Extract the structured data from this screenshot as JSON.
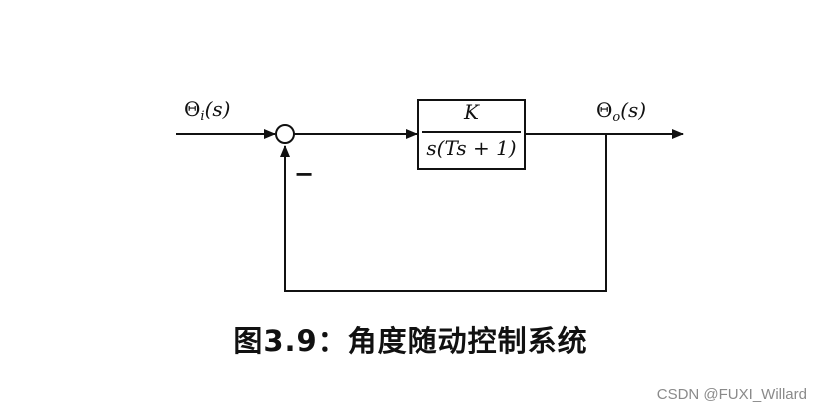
{
  "diagram": {
    "input_label": {
      "symbol": "Θ",
      "subscript": "i",
      "arg": "(s)"
    },
    "output_label": {
      "symbol": "Θ",
      "subscript": "o",
      "arg": "(s)"
    },
    "block": {
      "numerator": "K",
      "denominator": "s(Ts + 1)"
    },
    "feedback_sign": "−"
  },
  "caption": "图3.9：角度随动控制系统",
  "watermark": "CSDN @FUXI_Willard"
}
